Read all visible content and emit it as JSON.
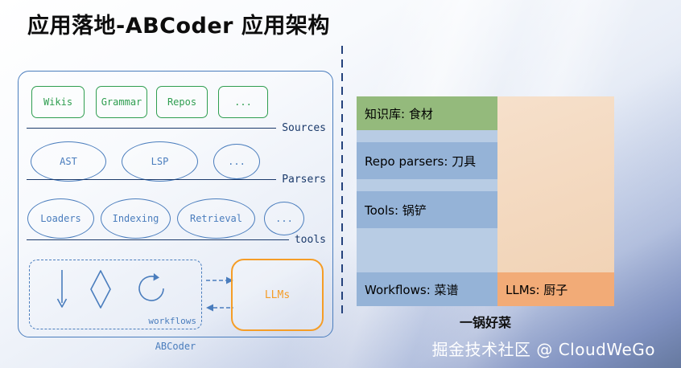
{
  "title": "应用落地-ABCoder 应用架构",
  "diagram": {
    "name": "ABCoder",
    "sources": {
      "label": "Sources",
      "items": [
        "Wikis",
        "Grammar",
        "Repos",
        "..."
      ]
    },
    "parsers": {
      "label": "Parsers",
      "items": [
        "AST",
        "LSP",
        "..."
      ]
    },
    "tools": {
      "label": "tools",
      "items": [
        "Loaders",
        "Indexing",
        "Retrieval",
        "..."
      ]
    },
    "workflows": {
      "label": "workflows"
    },
    "llms": {
      "label": "LLMs"
    }
  },
  "table": {
    "rows": [
      {
        "label": "知识库: 食材",
        "color": "#94ba7c"
      },
      {
        "label": "Repo parsers: 刀具",
        "color": "#95b3d7"
      },
      {
        "label": "Tools: 锅铲",
        "color": "#95b3d7"
      },
      {
        "label": "Workflows: 菜谱",
        "color": "#95b3d7"
      }
    ],
    "llms_label": "LLMs: 厨子",
    "caption": "一锅好菜"
  },
  "footer": "掘金技术社区 @ CloudWeGo",
  "colors": {
    "diagram_blue": "#4a7dbd",
    "diagram_green": "#2f9e50",
    "accent_orange": "#f59d27",
    "navy": "#1b3a6b",
    "table_green": "#94ba7c",
    "table_blue": "#95b3d7",
    "table_spacer_blue": "#b8cce4",
    "table_peach": "#f3d7bd",
    "table_orange": "#f2ab77"
  }
}
